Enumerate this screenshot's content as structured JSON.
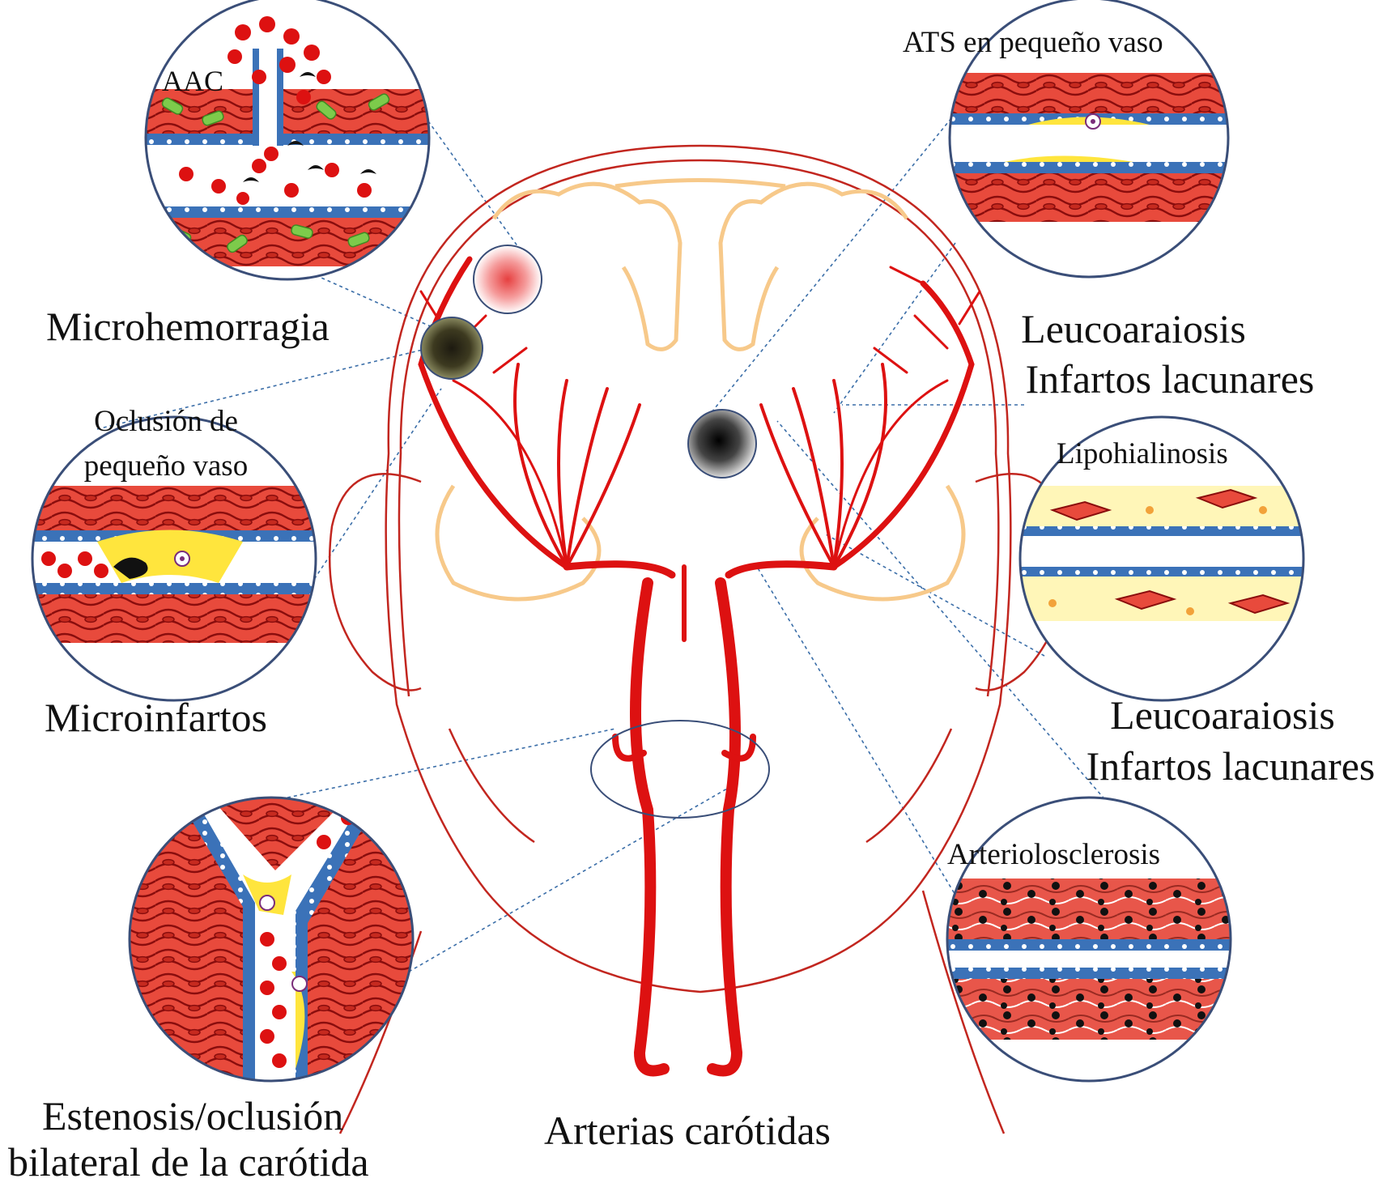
{
  "colors": {
    "vessel": "#dd1111",
    "muscle_fill": "#e84a3c",
    "muscle_edge": "#8a0d0d",
    "endothelium": "#3b72b8",
    "plaque": "#ffe53d",
    "hyaline": "#fff6b8",
    "amyloid": "#7dcb4b",
    "brain_outline": "#f7c98a",
    "head_outline": "#c2261f",
    "leader": "#3b6ea8",
    "magnifier_ring": "#3a4e78"
  },
  "labels": {
    "aac": "AAC",
    "microhemorragia": "Microhemorragia",
    "oclusion_line1": "Oclusión de",
    "oclusion_line2": "pequeño vaso",
    "microinfartos": "Microinfartos",
    "ats": "ATS en pequeño vaso",
    "leuco_top_line1": "Leucoaraiosis",
    "leuco_top_line2": "Infartos lacunares",
    "lipohialinosis": "Lipohialinosis",
    "leuco_bottom_line1": "Leucoaraiosis",
    "leuco_bottom_line2": "Infartos lacunares",
    "arterioloesclerosis": "Arteriolosclerosis",
    "estenosis_line1": "Estenosis/oclusión",
    "estenosis_line2": "bilateral de la carótida",
    "arterias": "Arterias carótidas"
  },
  "icons": {
    "head": "head-outline-icon",
    "brain": "brain-outline-icon",
    "arteries": "carotid-arteries-icon"
  }
}
